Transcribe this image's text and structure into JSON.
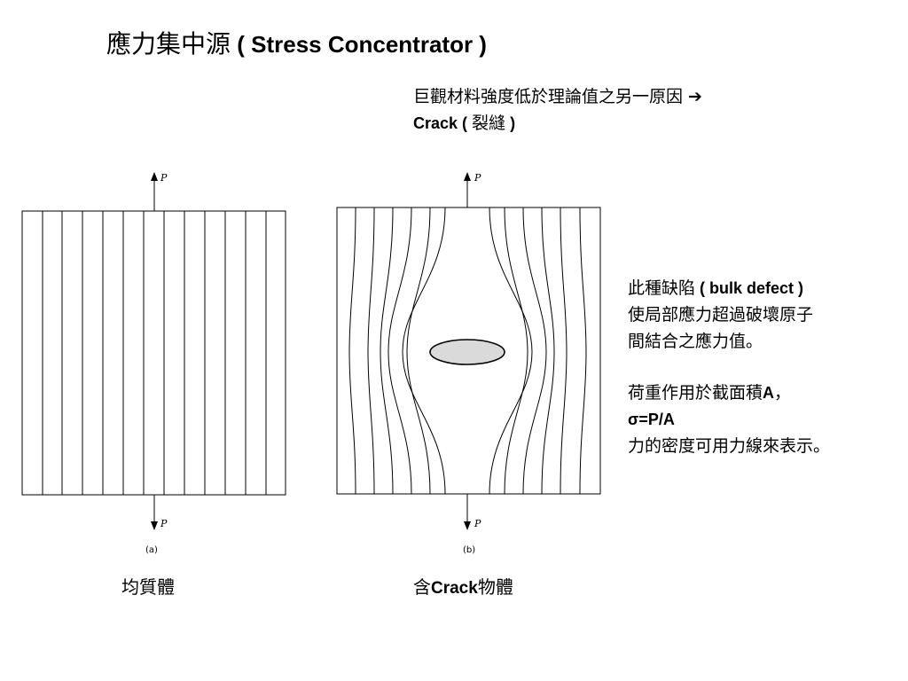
{
  "title": {
    "zh": "應力集中源",
    "en": " ( Stress Concentrator )"
  },
  "subtitle": {
    "line1": "巨觀材料強度低於理論值之另一原因 ➔",
    "line2_en": "Crack ( ",
    "line2_zh": "裂縫",
    "line2_end": " )"
  },
  "notes": {
    "defect_zh": "此種缺陷",
    "defect_en": " ( bulk defect )",
    "line2": "使局部應力超過破壞原子",
    "line3": "間結合之應力值。",
    "load_zh": "荷重作用於截面積",
    "load_en": "A",
    "load_comma": "，",
    "formula": "σ=P/A",
    "line7": "力的密度可用力線來表示。"
  },
  "figure_a": {
    "p_top": "P",
    "p_bottom": "P",
    "sublabel": "(a)"
  },
  "figure_b": {
    "p_top": "P",
    "p_bottom": "P",
    "sublabel": "(b)"
  },
  "captions": {
    "a": "均質體",
    "b_prefix": "含",
    "b_en": "Crack",
    "b_suffix": "物體"
  }
}
